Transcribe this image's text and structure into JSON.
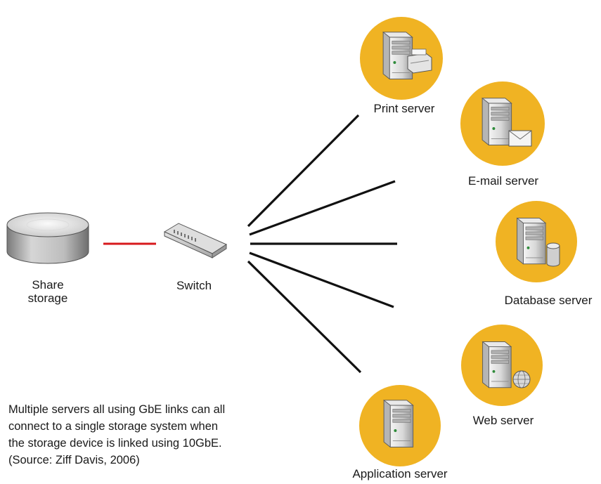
{
  "nodes": {
    "storage": {
      "label_line1": "Share",
      "label_line2": "storage"
    },
    "switch": {
      "label": "Switch"
    },
    "print_server": {
      "label": "Print server"
    },
    "email_server": {
      "label": "E-mail server"
    },
    "database_server": {
      "label": "Database server"
    },
    "web_server": {
      "label": "Web server"
    },
    "application_server": {
      "label": "Application server"
    }
  },
  "caption": {
    "line1": "Multiple servers all using GbE links can all",
    "line2": "connect to a single storage system when",
    "line3": "the storage device is linked using 10GbE.",
    "line4": "(Source: Ziff Davis, 2006)"
  },
  "colors": {
    "server_circle": "#F0B323",
    "storage_link": "#D7191C",
    "server_link": "#111111"
  }
}
